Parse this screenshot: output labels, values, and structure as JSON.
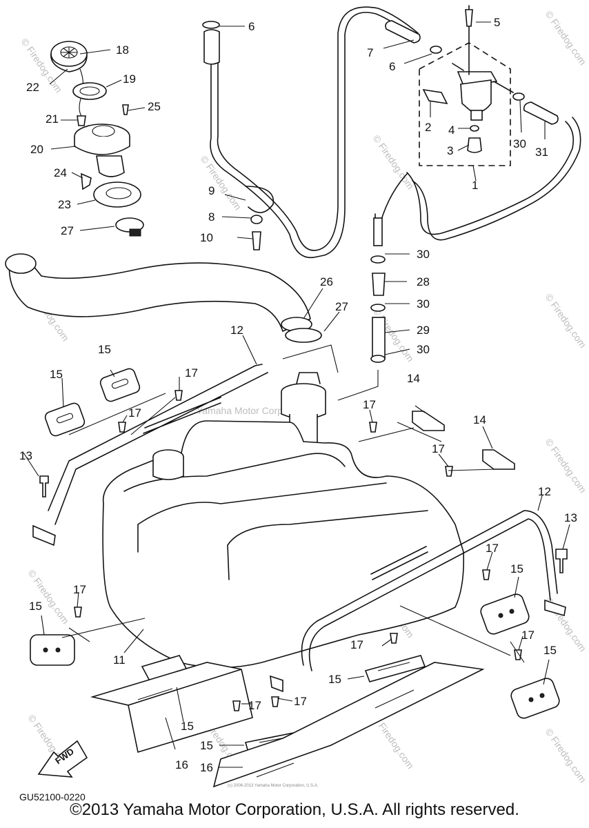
{
  "diagram": {
    "drawing_code": "GU52100-0220",
    "fwd_label": "FWD",
    "copyright": "©2013 Yamaha Motor Corporation, U.S.A. All rights reserved.",
    "watermark_center": "Yamaha Motor Corp, U.S.A.",
    "watermark_site": "© Firedog.com",
    "watermark_tiny": "(c) 2006-2013 Yamaha Motor Corporation, U.S.A.",
    "callouts": [
      "1",
      "2",
      "3",
      "4",
      "5",
      "6",
      "6",
      "7",
      "8",
      "9",
      "10",
      "11",
      "12",
      "12",
      "13",
      "13",
      "14",
      "14",
      "15",
      "15",
      "15",
      "15",
      "15",
      "15",
      "15",
      "15",
      "15",
      "16",
      "16",
      "17",
      "17",
      "17",
      "17",
      "17",
      "17",
      "17",
      "17",
      "18",
      "19",
      "20",
      "21",
      "22",
      "23",
      "24",
      "25",
      "26",
      "27",
      "27",
      "28",
      "29",
      "30",
      "30",
      "30",
      "30",
      "31"
    ]
  }
}
